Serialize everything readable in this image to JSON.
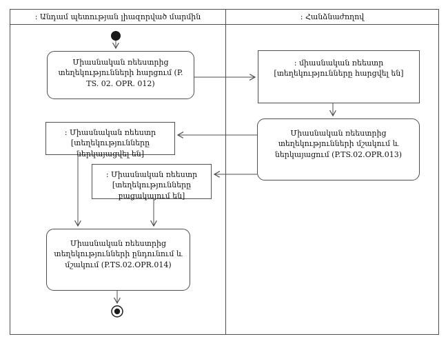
{
  "lanes": {
    "left_title": ": Անդամ պետության լիազորված մարմին",
    "right_title": ": Հանձնաժողով"
  },
  "nodes": {
    "request_info": {
      "label": "Միասնական ռեեստրից տեղեկությունների հարցում (P. TS. 02. OPR. 012)"
    },
    "register_requested": {
      "name": ": միասնական ռեեստր",
      "state": "[տեղեկությունները հարցվել են]"
    },
    "process_present": {
      "label": "Միասնական ռեեստրից տեղեկությունների մշակում և ներկայացում (P.TS.02.OPR.013)"
    },
    "register_presented": {
      "name": ": Միասնական ռեեստր",
      "state": "[տեղեկությունները ներկայացվել են]"
    },
    "register_absent": {
      "name": ": Միասնական ռեեստր",
      "state": "[տեղեկությունները բացակայում են]"
    },
    "receive_process": {
      "label": "Միասնական ռեեստրից տեղեկությունների ընդունում և մշակում (P.TS.02.OPR.014)"
    }
  },
  "colors": {
    "line": "#4d4d4d",
    "text": "#111111",
    "background": "#ffffff"
  }
}
